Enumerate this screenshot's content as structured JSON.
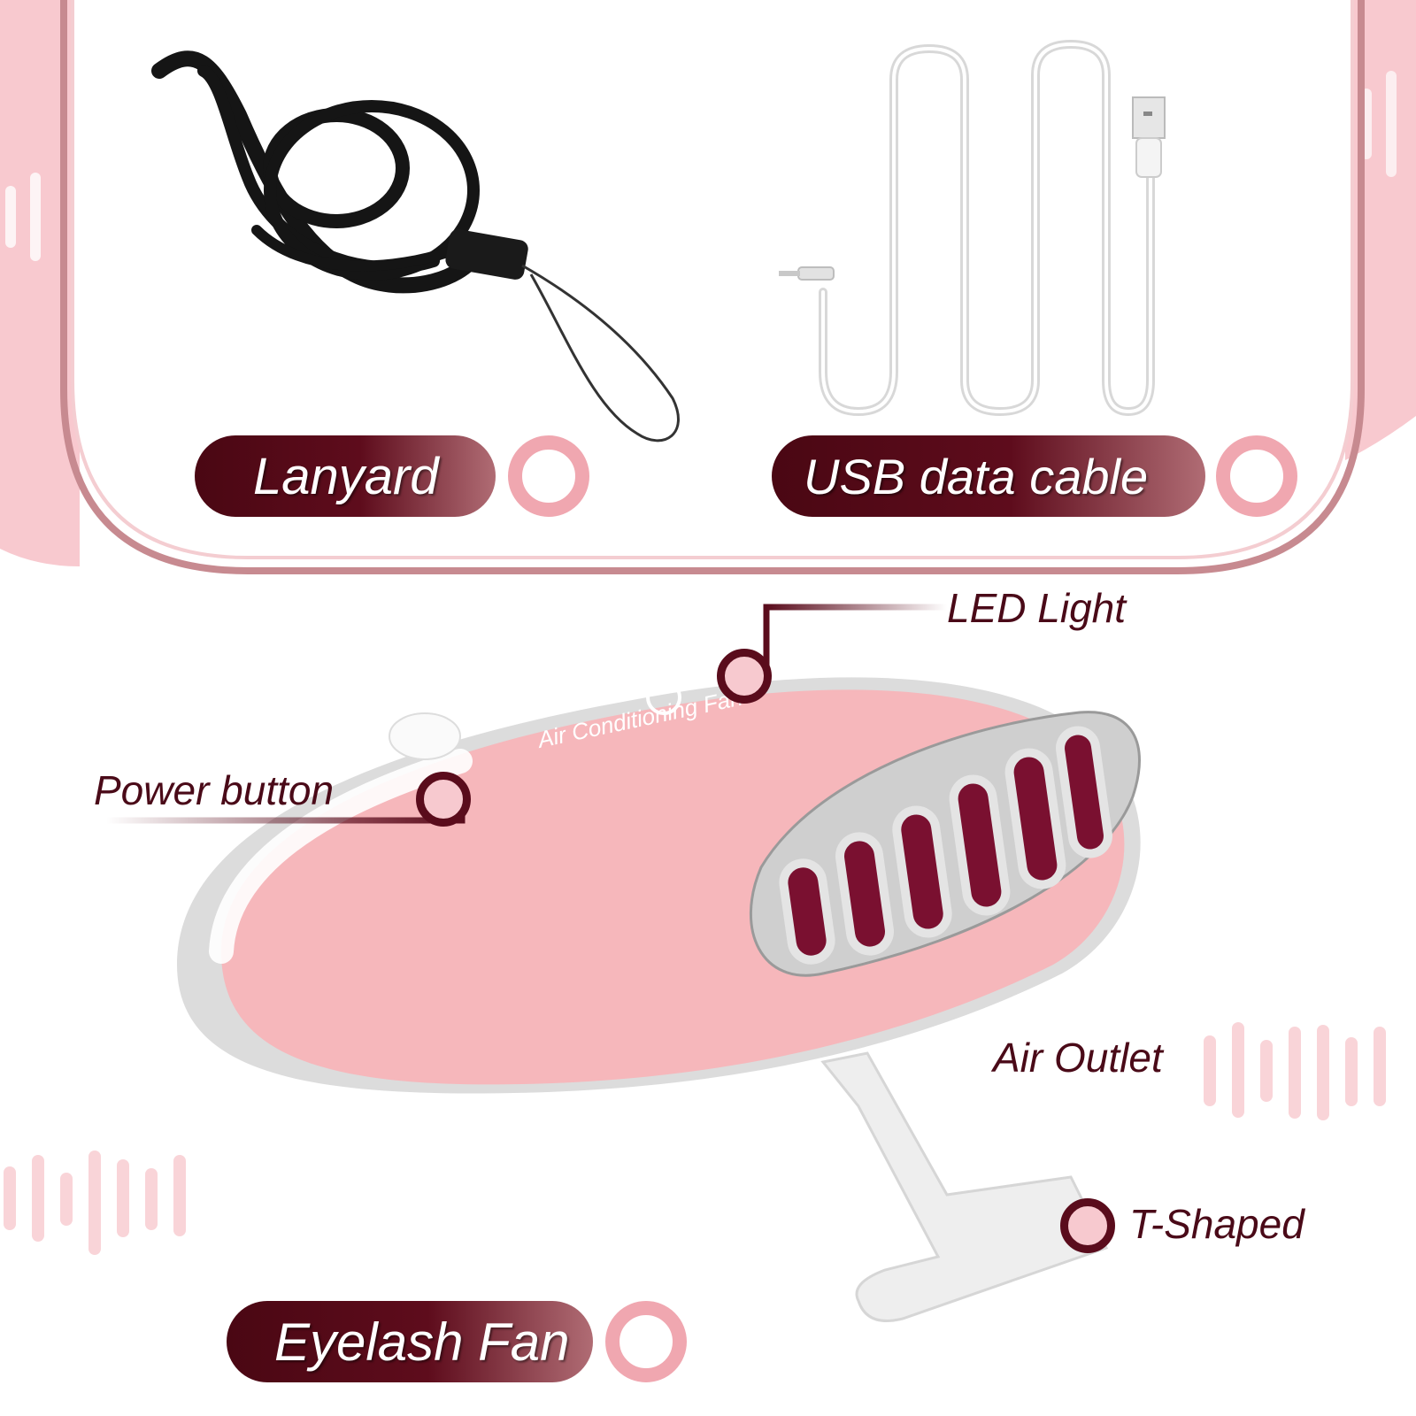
{
  "labels": {
    "lanyard": "Lanyard",
    "usb_cable": "USB data cable",
    "eyelash_fan": "Eyelash Fan"
  },
  "callouts": {
    "led_light": "LED Light",
    "power_button": "Power button",
    "air_outlet": "Air Outlet",
    "t_shaped": "T-Shaped"
  },
  "colors": {
    "accent_dark": "#4a0713",
    "accent_pink": "#f0a7b0",
    "frame_pink": "#c78a90",
    "fan_body": "#f6b7bb"
  }
}
